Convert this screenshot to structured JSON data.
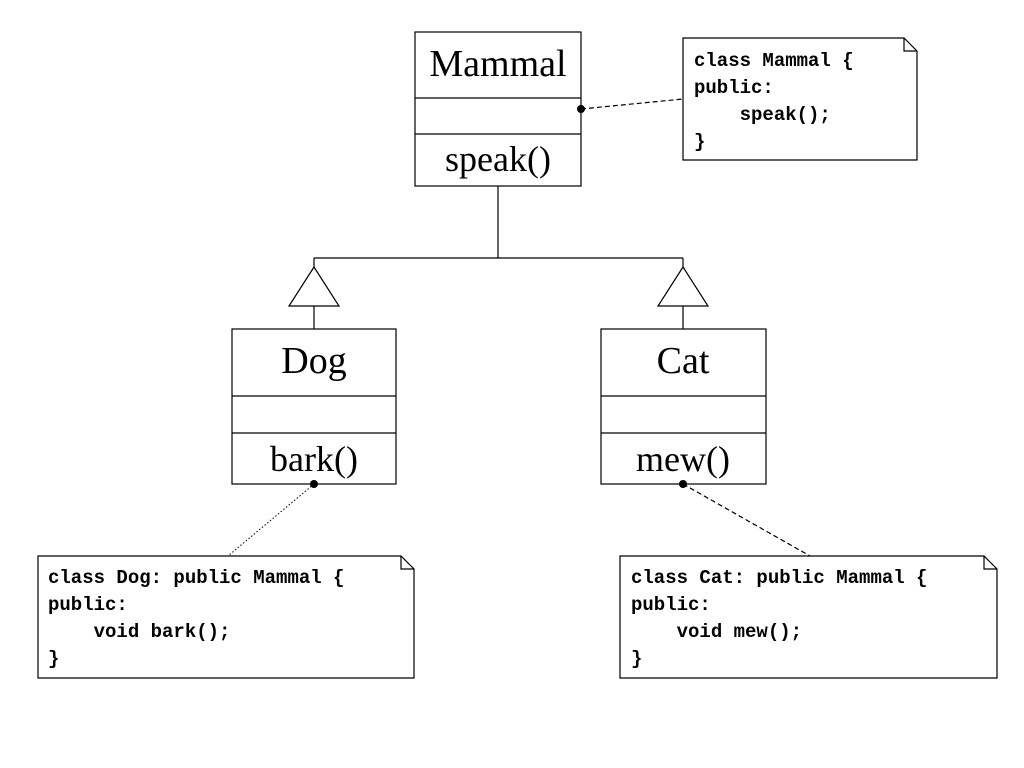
{
  "classes": {
    "mammal": {
      "name": "Mammal",
      "method": "speak()"
    },
    "dog": {
      "name": "Dog",
      "method": "bark()"
    },
    "cat": {
      "name": "Cat",
      "method": "mew()"
    }
  },
  "notes": {
    "mammal": [
      "class Mammal {",
      "public:",
      "    speak();",
      "}"
    ],
    "dog": [
      "class Dog: public Mammal {",
      "public:",
      "    void bark();",
      "}"
    ],
    "cat": [
      "class Cat: public Mammal {",
      "public:",
      "    void mew();",
      "}"
    ]
  }
}
